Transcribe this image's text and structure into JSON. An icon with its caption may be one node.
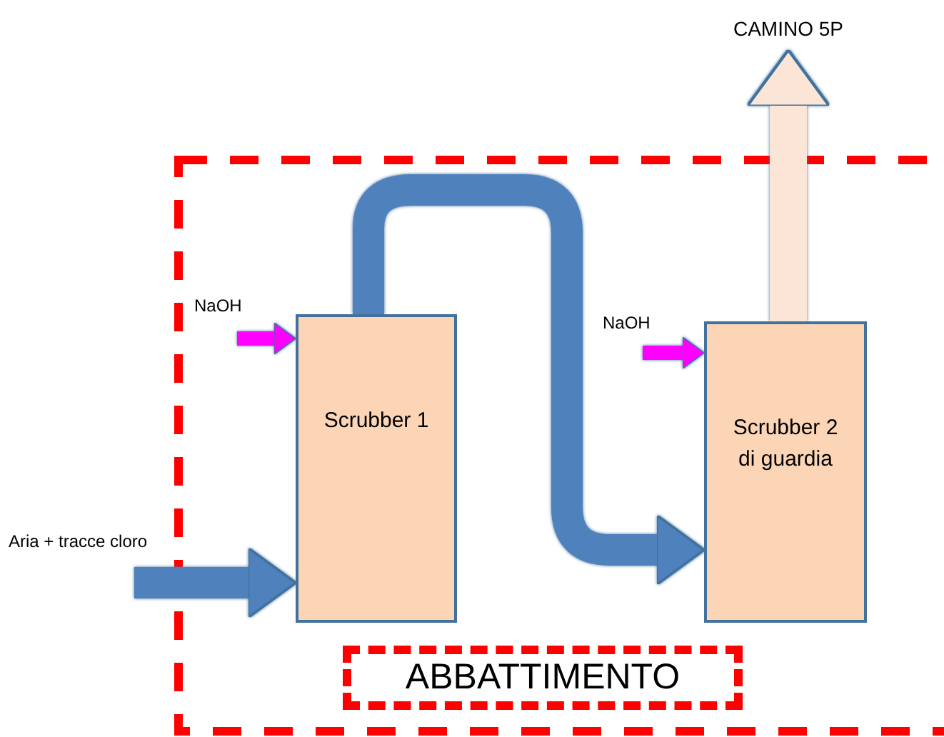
{
  "diagram": {
    "nodes": [
      {
        "text": [
          "Aria + tracce cloro"
        ]
      },
      {
        "text": [
          "NaOH"
        ]
      },
      {
        "text": [
          "Scrubber 1"
        ]
      },
      {
        "text": [
          "NaOH"
        ]
      },
      {
        "text": [
          "Scrubber 2 di guardia"
        ]
      },
      {
        "text": [
          "CAMINO 5P"
        ]
      },
      {
        "text": [
          "ABBATTIMENTO"
        ]
      }
    ],
    "edges": [
      {
        "from": 0,
        "to": 2,
        "arrow": "to"
      },
      {
        "from": 1,
        "to": 2,
        "arrow": "to",
        "color": "#ff00ff"
      },
      {
        "from": 2,
        "to": 4,
        "arrow": "to"
      },
      {
        "from": 3,
        "to": 4,
        "arrow": "to",
        "color": "#ff00ff"
      },
      {
        "from": 4,
        "to": 5,
        "arrow": "to",
        "color": "#fbe5d6"
      }
    ]
  }
}
